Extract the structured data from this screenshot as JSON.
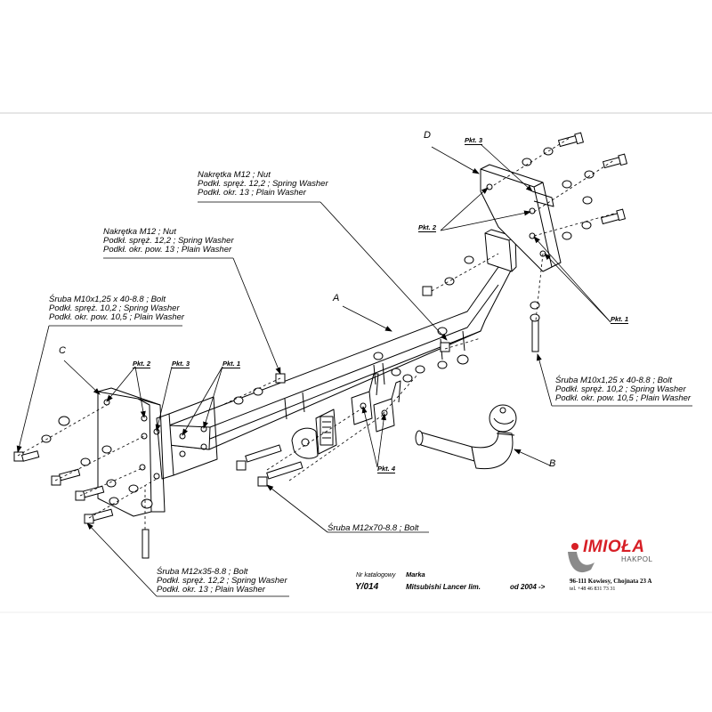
{
  "parts": {
    "a": "A",
    "b": "B",
    "c": "C",
    "d": "D"
  },
  "callouts": {
    "nut_top": [
      "Nakrętka  M12 ; Nut",
      "Podkł. spręż. 12,2 ; Spring Washer",
      "Podkł. okr.  13 ; Plain Washer"
    ],
    "nut_left": [
      "Nakrętka  M12 ; Nut",
      "Podkł. spręż. 12,2 ; Spring Washer",
      "Podkł. okr. pow. 13 ; Plain Washer"
    ],
    "bolt_left": [
      "Śruba M10x1,25 x 40-8.8 ; Bolt",
      "Podkł. spręż. 10,2 ; Spring Washer",
      "Podkł. okr. pow. 10,5 ; Plain Washer"
    ],
    "bolt_right": [
      "Śruba M10x1,25 x 40-8.8 ; Bolt",
      "Podkł. spręż. 10,2 ; Spring Washer",
      "Podkł. okr. pow. 10,5 ; Plain Washer"
    ],
    "bolt_m12x70": "Śruba M12x70-8.8 ; Bolt",
    "bolt_m12x35": [
      "Śruba M12x35-8.8 ; Bolt",
      "Podkł. spręż. 12,2 ; Spring Washer",
      "Podkł. okr. 13 ; Plain Washer"
    ]
  },
  "points": {
    "p1": "Pkt. 1",
    "p2": "Pkt. 2",
    "p3": "Pkt. 3",
    "p4": "Pkt. 4"
  },
  "title_block": {
    "catalog_label": "Nr katalogowy",
    "catalog_value": "Y/014",
    "brand_label": "Marka",
    "brand_value": "Mitsubishi Lancer lim.",
    "from_value": "od 2004 ->"
  },
  "company": {
    "logo_name": "IMIOŁA",
    "logo_sub": "HAKPOL",
    "address": "96-111 Kowiesy, Chojnata 23 A",
    "phone": "tel. +48 46 831 73 31"
  },
  "colors": {
    "logo_red": "#d71f26",
    "logo_grey": "#8a8a8a"
  }
}
